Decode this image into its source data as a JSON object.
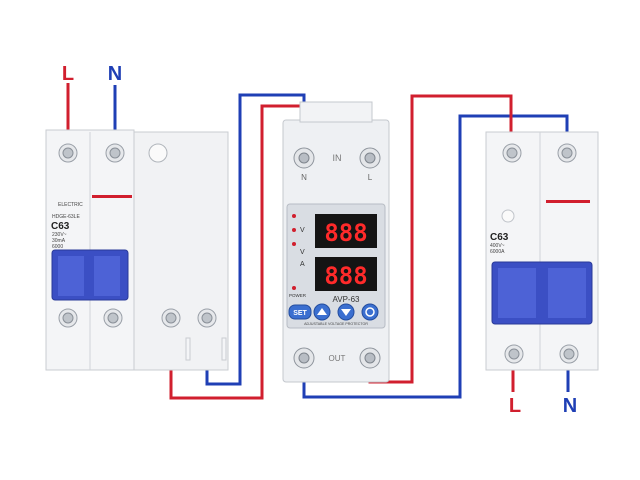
{
  "top_labels": {
    "L": "L",
    "N": "N"
  },
  "bottom_labels": {
    "L": "L",
    "N": "N"
  },
  "left_breaker": {
    "brand": "ELECTRIC",
    "model_small": "HDGE-63LE",
    "rating": "C63",
    "spec_line1": "230V~",
    "spec_line2": "30mA",
    "spec_line3": "6000"
  },
  "protector": {
    "in_label": "IN",
    "out_label": "OUT",
    "terminal_n": "N",
    "terminal_l": "L",
    "display_top": "888",
    "display_bottom": "888",
    "unit_v_top": "V",
    "unit_v_bottom": "V",
    "unit_a": "A",
    "indicator_power": "POWER",
    "model": "AVP-63",
    "set_button": "SET",
    "caption": "ADJUSTABLE VOLTAGE PROTECTOR"
  },
  "right_breaker": {
    "rating": "C63",
    "spec_line1": "400V~",
    "spec_line2": "6000A"
  },
  "colors": {
    "live_wire": "#d11f2e",
    "neutral_wire": "#1f3fb5",
    "toggle_blue": "#3b4fc4",
    "panel_grey": "#d9dde3"
  }
}
